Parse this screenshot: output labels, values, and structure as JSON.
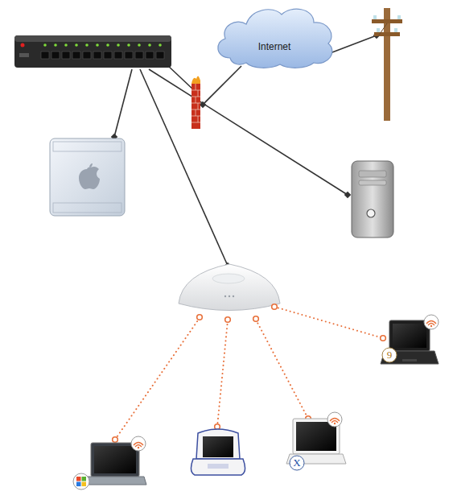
{
  "diagram": {
    "nodes": [
      {
        "text": [
          "Internet"
        ]
      }
    ],
    "labels": [
      "9",
      "X"
    ]
  }
}
